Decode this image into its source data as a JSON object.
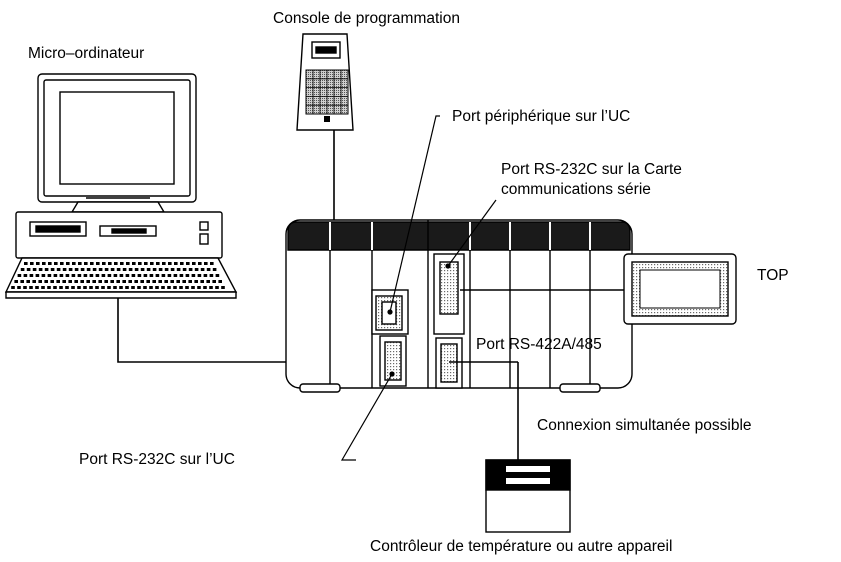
{
  "labels": {
    "console": "Console de programmation",
    "micro": "Micro–ordinateur",
    "peripheral_port": "Port périphérique sur l’UC",
    "rs232_card_line1": "Port RS-232C sur la Carte",
    "rs232_card_line2": "communications série",
    "top": "TOP",
    "rs422": "Port RS-422A/485",
    "simultaneous": "Connexion simultanée possible",
    "rs232_cpu": "Port RS-232C sur l’UC",
    "temp_controller": "Contrôleur de température ou autre appareil"
  },
  "colors": {
    "line": "#000000",
    "plc_band": "#1a1a1a",
    "screen_fill": "#ffffff",
    "stipple": "#808080"
  },
  "devices": {
    "pc": "personal-computer-icon",
    "console": "programming-console-icon",
    "plc": "plc-rack-icon",
    "top": "touch-panel-icon",
    "controller": "temperature-controller-icon"
  }
}
